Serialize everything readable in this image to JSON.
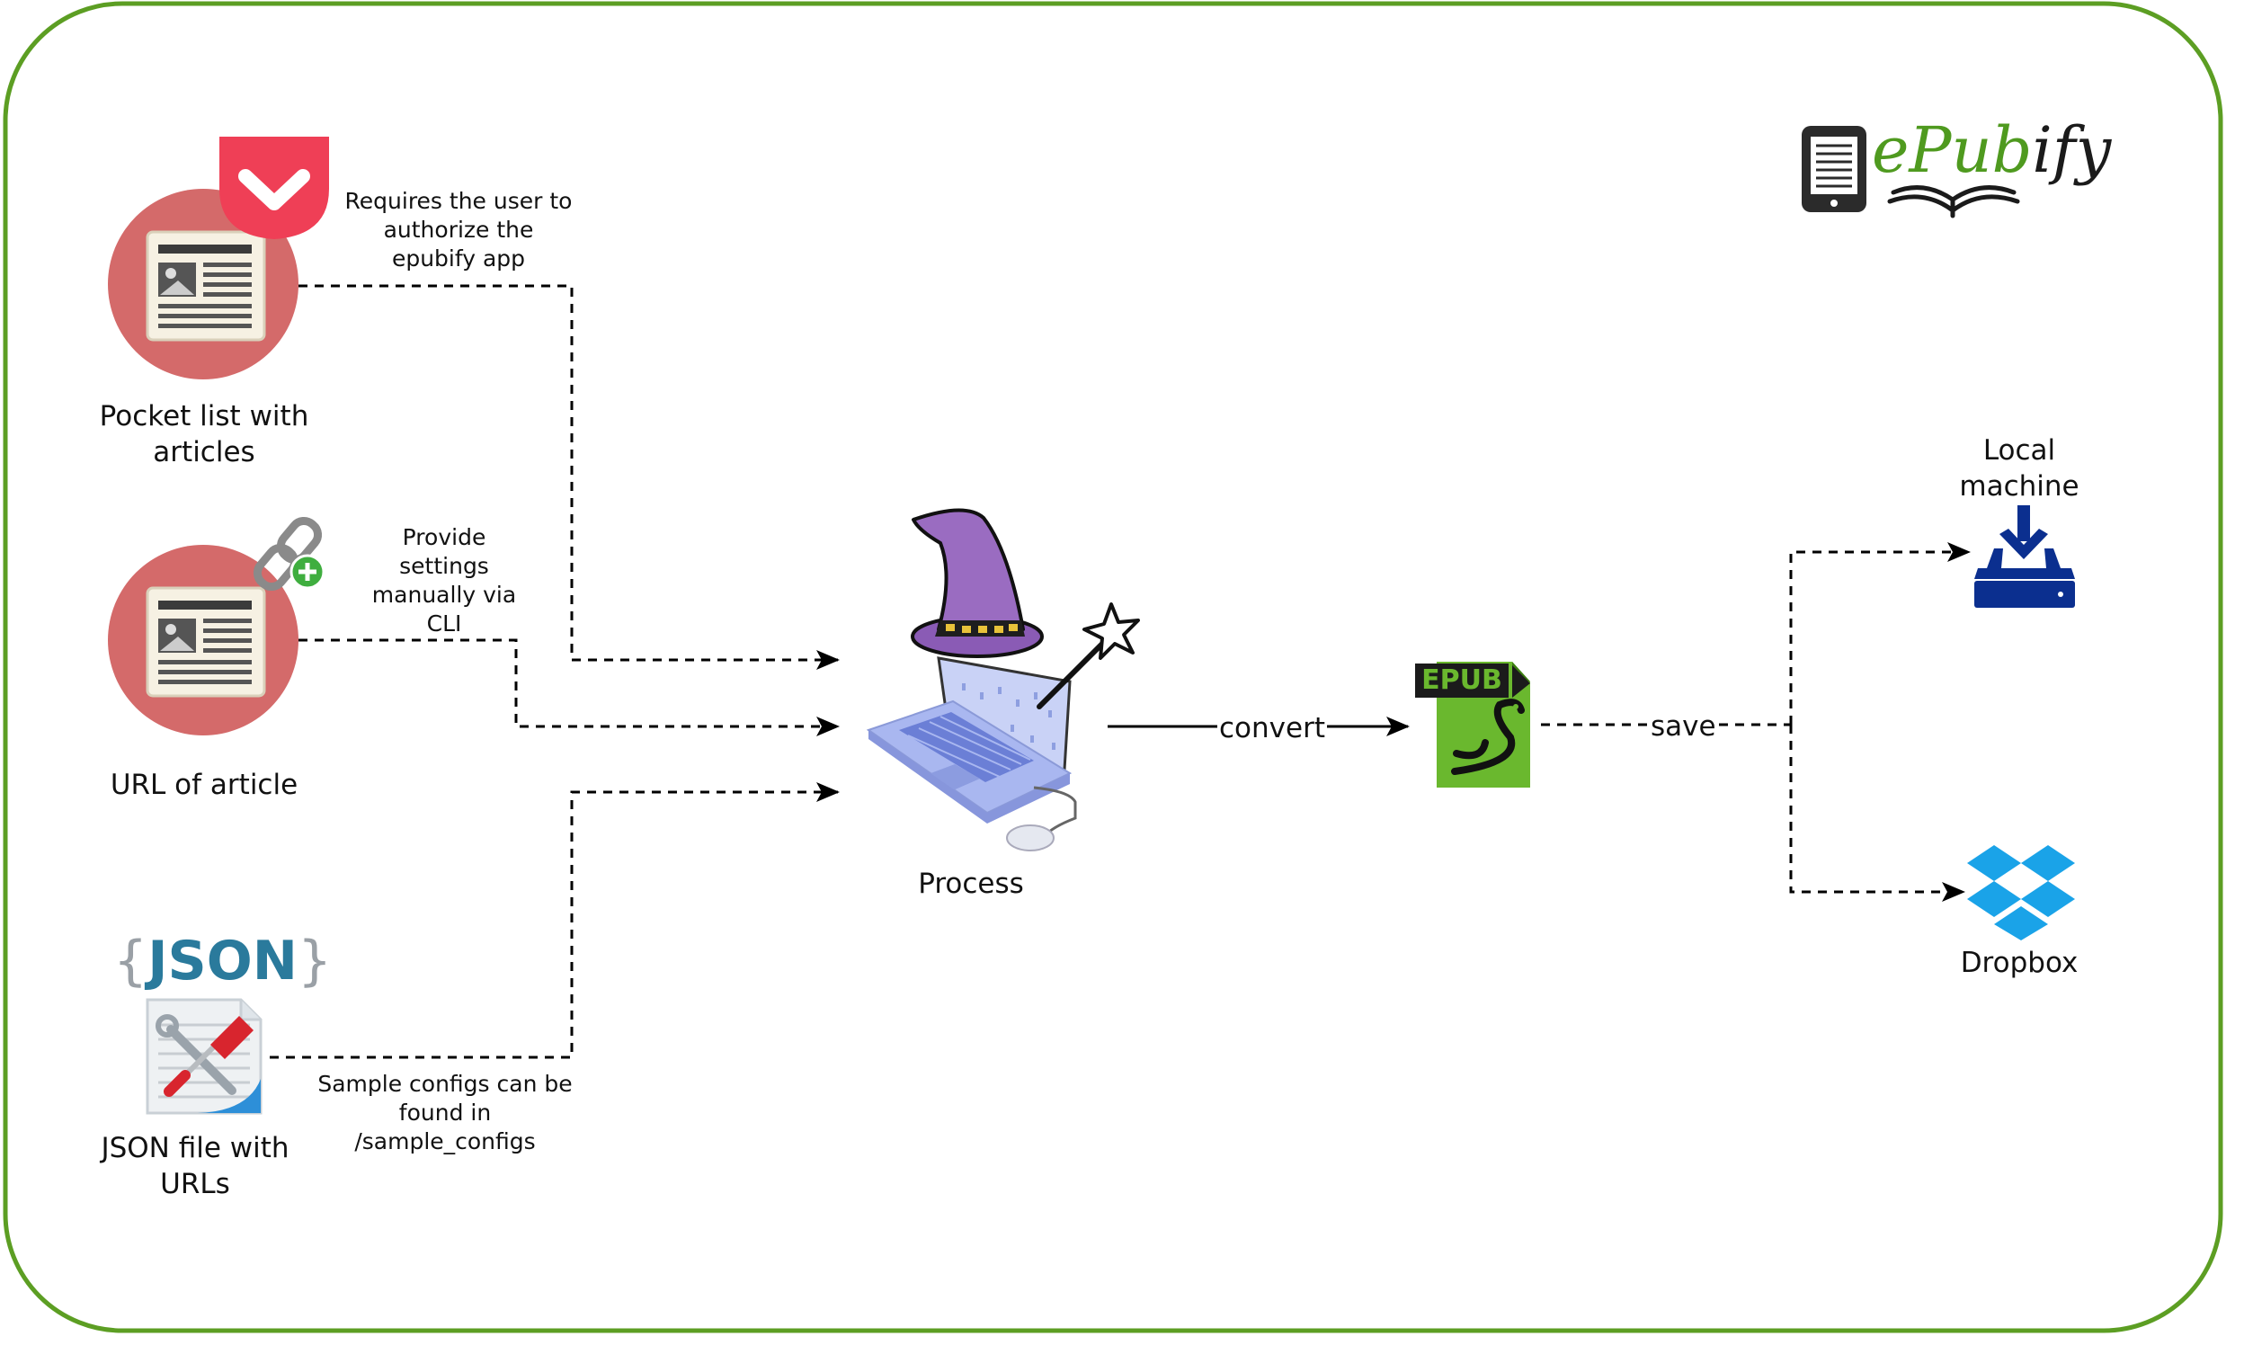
{
  "nodes": {
    "pocket": {
      "label": "Pocket list with\narticles"
    },
    "url": {
      "label": "URL of article"
    },
    "json_file": {
      "label": "JSON file with\nURLs",
      "badge": "JSON"
    },
    "process": {
      "label": "Process"
    },
    "epub": {
      "badge": "EPUB"
    },
    "local": {
      "label": "Local\nmachine"
    },
    "dropbox": {
      "label": "Dropbox"
    }
  },
  "annotations": {
    "pocket_note": "Requires the user to\nauthorize the\nepubify app",
    "url_note": "Provide\nsettings\nmanually via\nCLI",
    "json_note": "Sample configs can be\nfound in\n/sample_configs"
  },
  "edges": {
    "convert": "convert",
    "save": "save"
  },
  "logo": {
    "part1": "ePub",
    "part2": "ify"
  },
  "colors": {
    "frame": "#5c9e23",
    "logo_green": "#4f9a1f",
    "pocket_red": "#ef3f56",
    "article_circle": "#d46a6a",
    "hat_purple": "#9a6cc1",
    "laptop_blue": "#a9b7f0",
    "epub_green": "#6ab82e",
    "dropbox_blue": "#1aa3e8",
    "local_navy": "#0b2f8f",
    "json_teal": "#2a7a9c"
  }
}
